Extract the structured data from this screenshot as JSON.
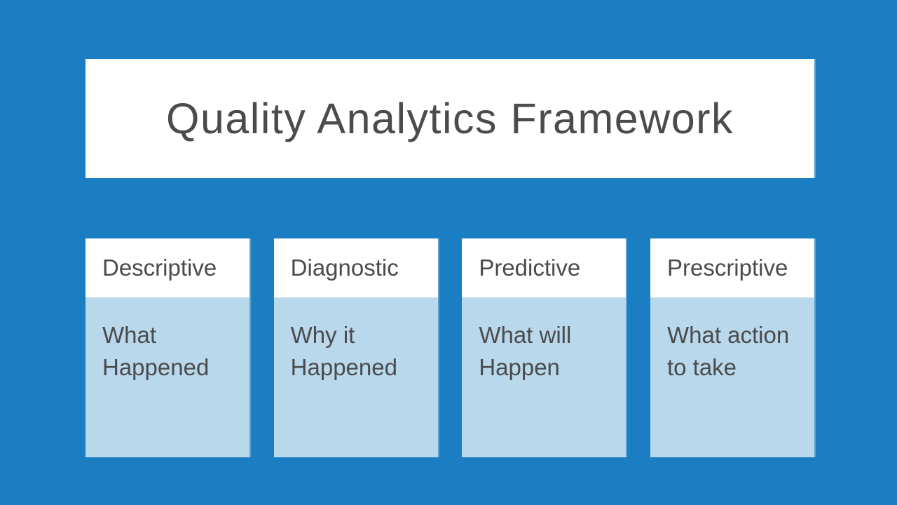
{
  "slide": {
    "title": "Quality Analytics Framework",
    "colors": {
      "background": "#1b7ec2",
      "card_header": "#ffffff",
      "card_body": "#b9d8ec",
      "text": "#4a4b4d"
    },
    "columns": [
      {
        "header": "Descriptive",
        "body": "What\nHappened"
      },
      {
        "header": "Diagnostic",
        "body": "Why it\nHappened"
      },
      {
        "header": "Predictive",
        "body": "What will\nHappen"
      },
      {
        "header": "Prescriptive",
        "body": "What action\nto take"
      }
    ]
  }
}
